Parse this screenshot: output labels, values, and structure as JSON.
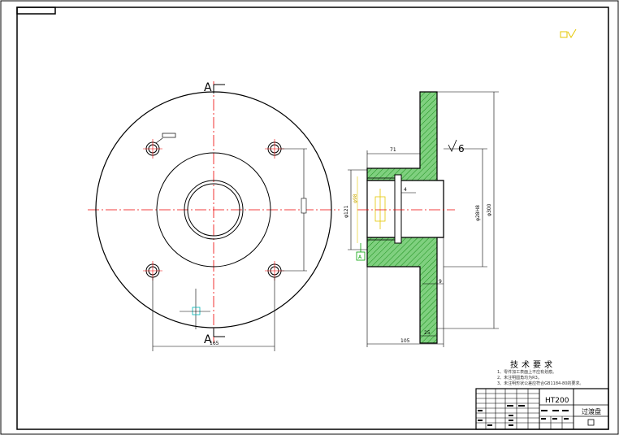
{
  "drawing": {
    "section_letter_top": "A",
    "section_letter_bottom": "A",
    "dim_bolt_spacing": "165",
    "dim_hub_width": "71",
    "dim_bore_depth": "4",
    "dim_small_dia": "φ121",
    "dim_inner_dia": "φ98",
    "dim_pitch_dia": "φ28H8",
    "dim_outer_dia": "φ300",
    "dim_wall": "9",
    "dim_flange_thickness": "25",
    "dim_total_width": "105",
    "roughness_mark": "6",
    "gd_t_label": "A"
  },
  "tech_requirements": {
    "title": "技术要求",
    "items": [
      "1、零件加工表面上不应有划痕。",
      "2、未注明圆角均为R3。",
      "3、未注明形状公差应符合GB1184-80的要求。"
    ]
  },
  "title_block": {
    "material": "HT200",
    "part_name": "过渡盘"
  }
}
